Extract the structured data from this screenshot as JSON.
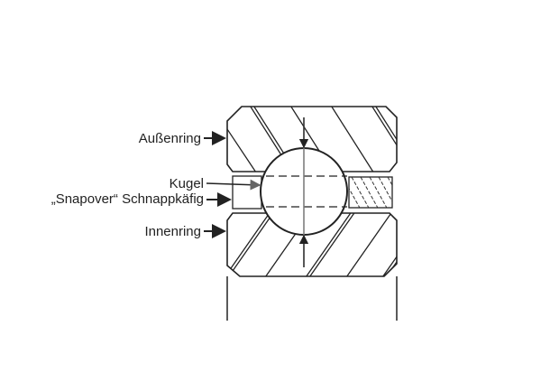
{
  "labels": {
    "outer_ring": "Außenring",
    "ball": "Kugel",
    "cage": "„Snapover“ Schnappkäfig",
    "inner_ring": "Innenring"
  },
  "colors": {
    "line": "#222222",
    "arrow_grey": "#666666"
  }
}
